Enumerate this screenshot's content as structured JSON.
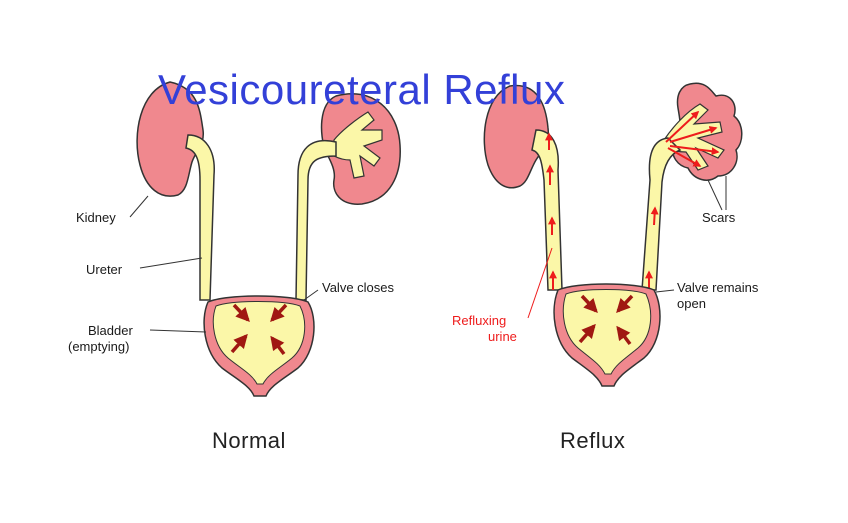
{
  "title": "Vesicoureteral Reflux",
  "normal": {
    "caption": "Normal",
    "labels": {
      "kidney": "Kidney",
      "ureter": "Ureter",
      "bladder_line1": "Bladder",
      "bladder_line2": "(emptying)",
      "valve": "Valve closes"
    }
  },
  "reflux": {
    "caption": "Reflux",
    "labels": {
      "scars": "Scars",
      "valve_line1": "Valve remains",
      "valve_line2": "open",
      "refluxing_line1": "Refluxing",
      "refluxing_line2": "urine"
    }
  },
  "colors": {
    "kidney": "#f0888e",
    "kidney_outline": "#333333",
    "urine": "#fbf7a8",
    "bladder_wall": "#f0888e",
    "arrow": "#a01812",
    "reflux_arrow": "#ee1c1c",
    "title": "#3340d8"
  }
}
